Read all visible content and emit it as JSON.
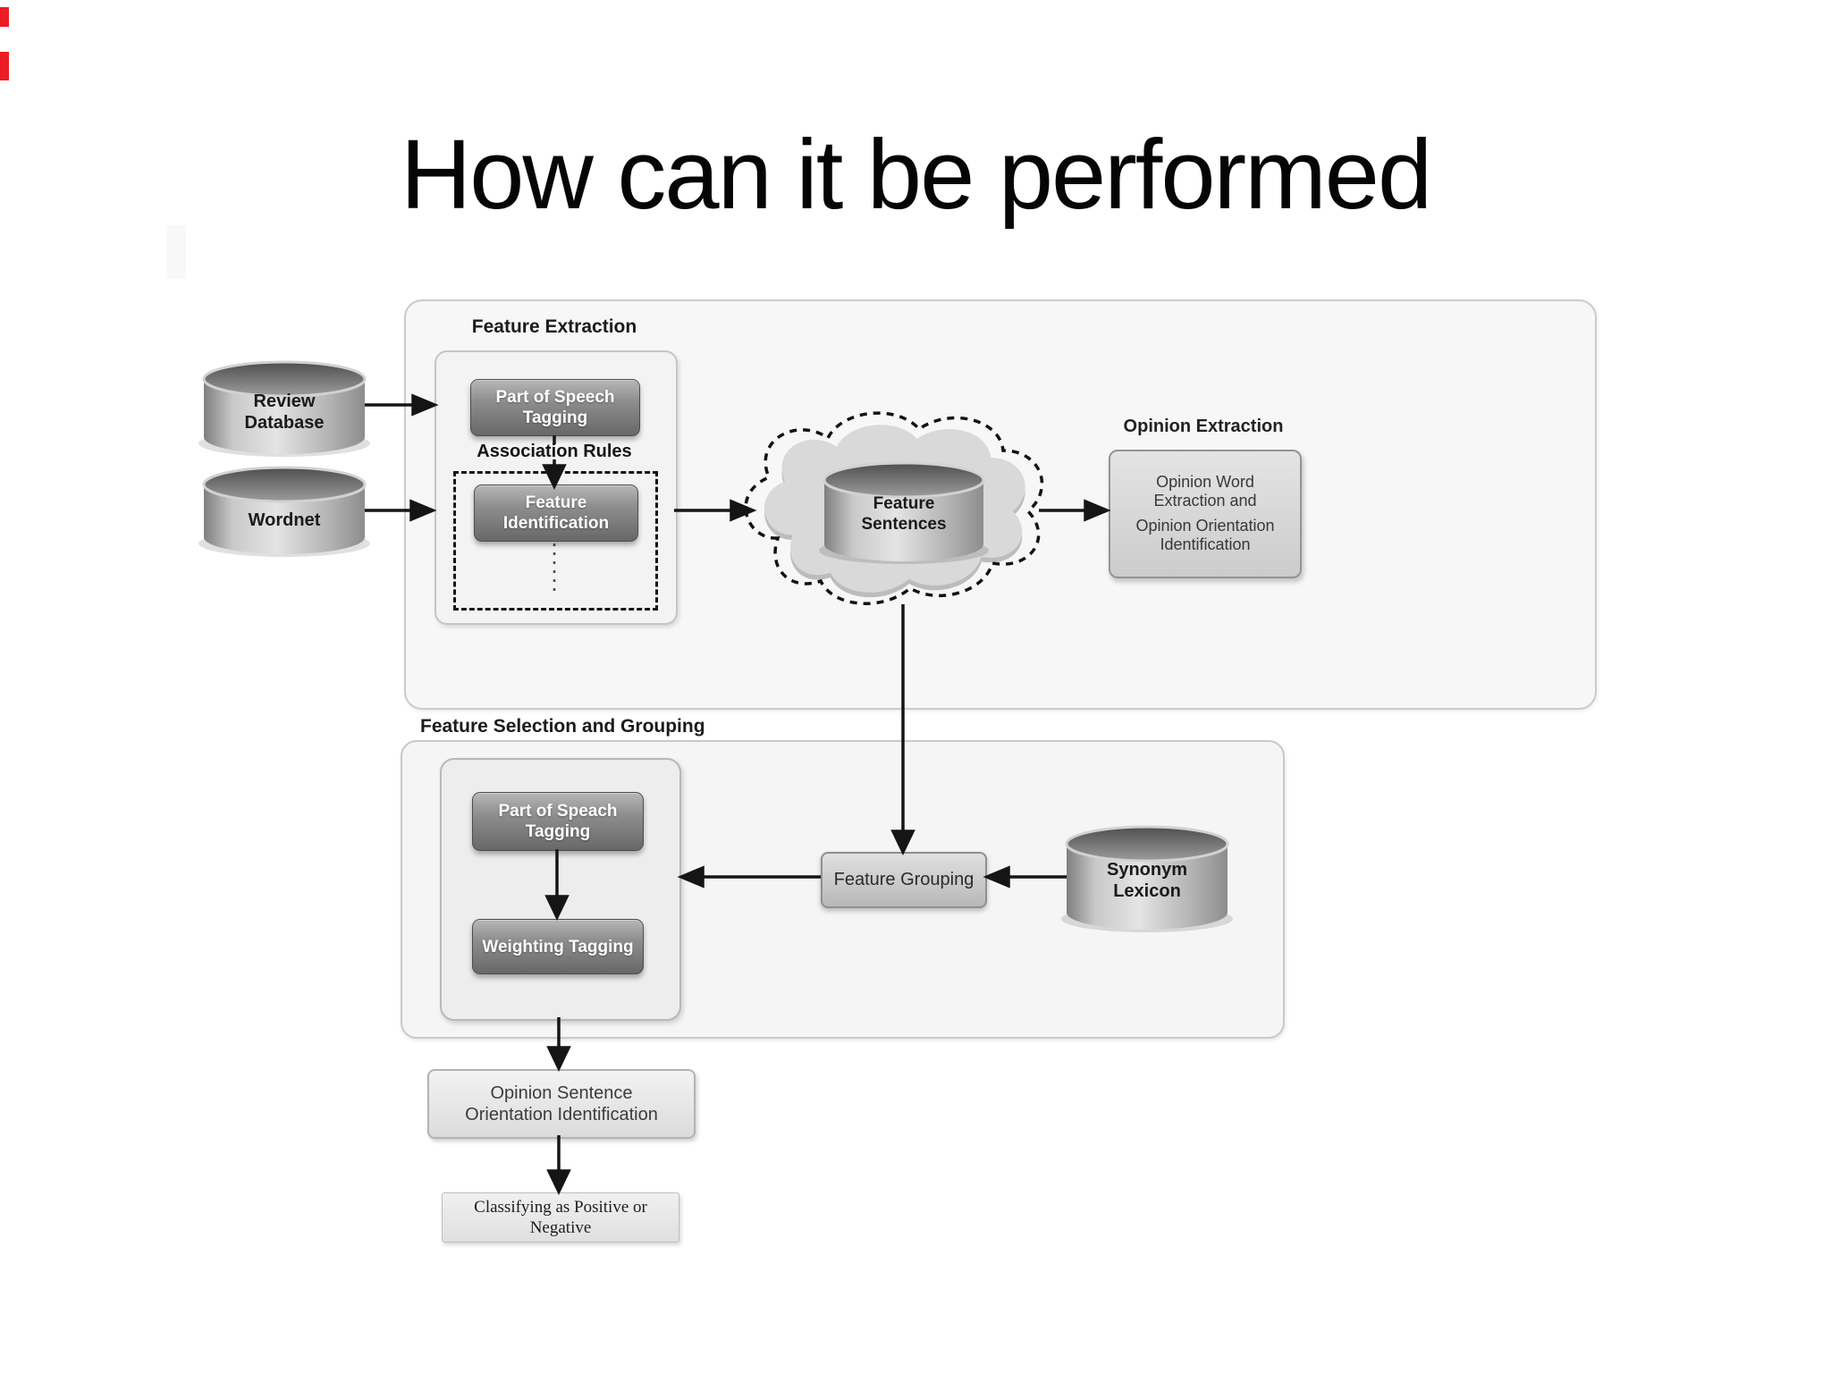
{
  "title": "How can it be performed",
  "colors": {
    "accent_red": "#ec1c24",
    "dark_box_gray": "#6c6c6c",
    "container_gray": "#f6f6f6"
  },
  "top": {
    "section_label": "Feature Extraction",
    "review_database": "Review Database",
    "wordnet": "Wordnet",
    "pos_tagging": "Part of Speech Tagging",
    "association_rules": "Association Rules",
    "feature_identification": "Feature Identification",
    "feature_sentences": "Feature Sentences",
    "opinion_label": "Opinion Extraction",
    "opinion_line1": "Opinion Word Extraction and",
    "opinion_line2": "Opinion Orientation Identification"
  },
  "bottom": {
    "section_label": "Feature Selection and Grouping",
    "pos_tagging": "Part of Speach Tagging",
    "weighting": "Weighting Tagging",
    "feature_grouping": "Feature Grouping",
    "synonym_lexicon": "Synonym Lexicon",
    "opinion_sentence": "Opinion Sentence Orientation Identification",
    "classifying": "Classifying as Positive or Negative"
  }
}
